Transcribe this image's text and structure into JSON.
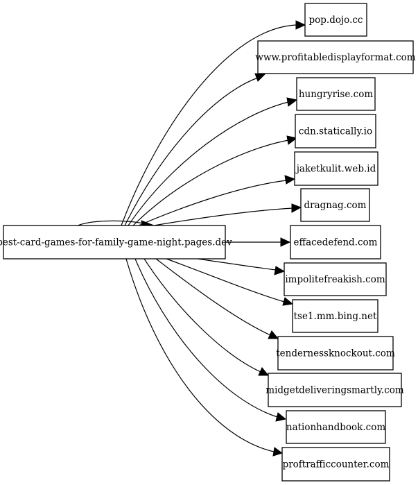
{
  "graph": {
    "source": {
      "label": "best-card-games-for-family-game-night.pages.dev"
    },
    "targets": [
      {
        "id": "pop-dojo-cc",
        "label": "pop.dojo.cc"
      },
      {
        "id": "profitabledisplayformat",
        "label": "www.profitabledisplayformat.com"
      },
      {
        "id": "hungryrise",
        "label": "hungryrise.com"
      },
      {
        "id": "cdn-statically",
        "label": "cdn.statically.io"
      },
      {
        "id": "jaketkulit",
        "label": "jaketkulit.web.id"
      },
      {
        "id": "dragnag",
        "label": "dragnag.com"
      },
      {
        "id": "effacedefend",
        "label": "effacedefend.com"
      },
      {
        "id": "impolitefreakish",
        "label": "impolitefreakish.com"
      },
      {
        "id": "tse1-mm-bing",
        "label": "tse1.mm.bing.net"
      },
      {
        "id": "tendernessknockout",
        "label": "tendernessknockout.com"
      },
      {
        "id": "midgetdeliveringsmartly",
        "label": "midgetdeliveringsmartly.com"
      },
      {
        "id": "nationhandbook",
        "label": "nationhandbook.com"
      },
      {
        "id": "proftrafficcounter",
        "label": "proftrafficcounter.com"
      }
    ]
  },
  "colors": {
    "stroke": "#000000",
    "fill": "#ffffff"
  }
}
